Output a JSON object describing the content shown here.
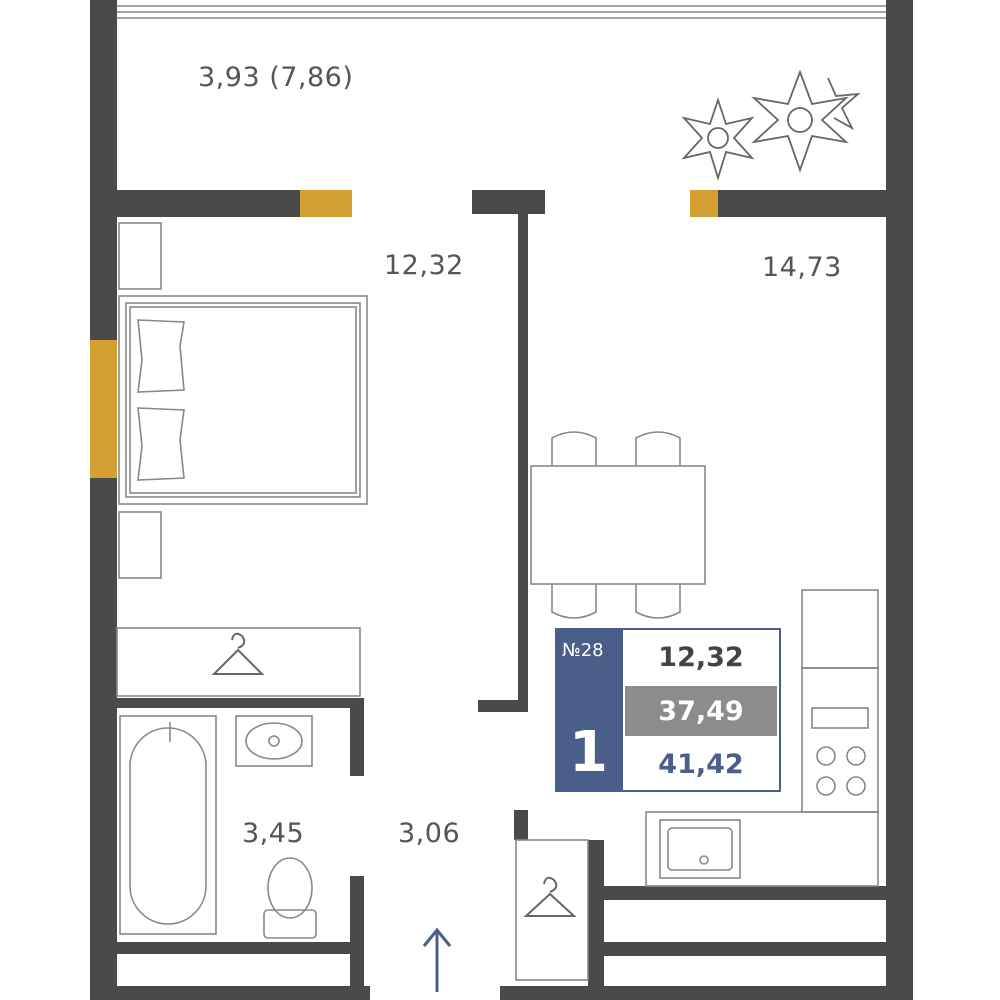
{
  "plan": {
    "rooms": {
      "balcony_area": "3,93 (7,86)",
      "bedroom_area": "12,32",
      "kitchen_living_area": "14,73",
      "bathroom_area": "3,45",
      "hallway_area": "3,06"
    },
    "card": {
      "number": "№28",
      "rooms_count": "1",
      "living_area": "12,32",
      "total_area": "37,49",
      "total_with_balcony": "41,42"
    },
    "colors": {
      "wall": "#4a4a4a",
      "window": "#d4a032",
      "accent": "#4a5e8a",
      "furniture": "#888888",
      "label": "#555555"
    },
    "icons": [
      "plant-icon",
      "hanger-icon",
      "entrance-arrow-icon"
    ]
  }
}
